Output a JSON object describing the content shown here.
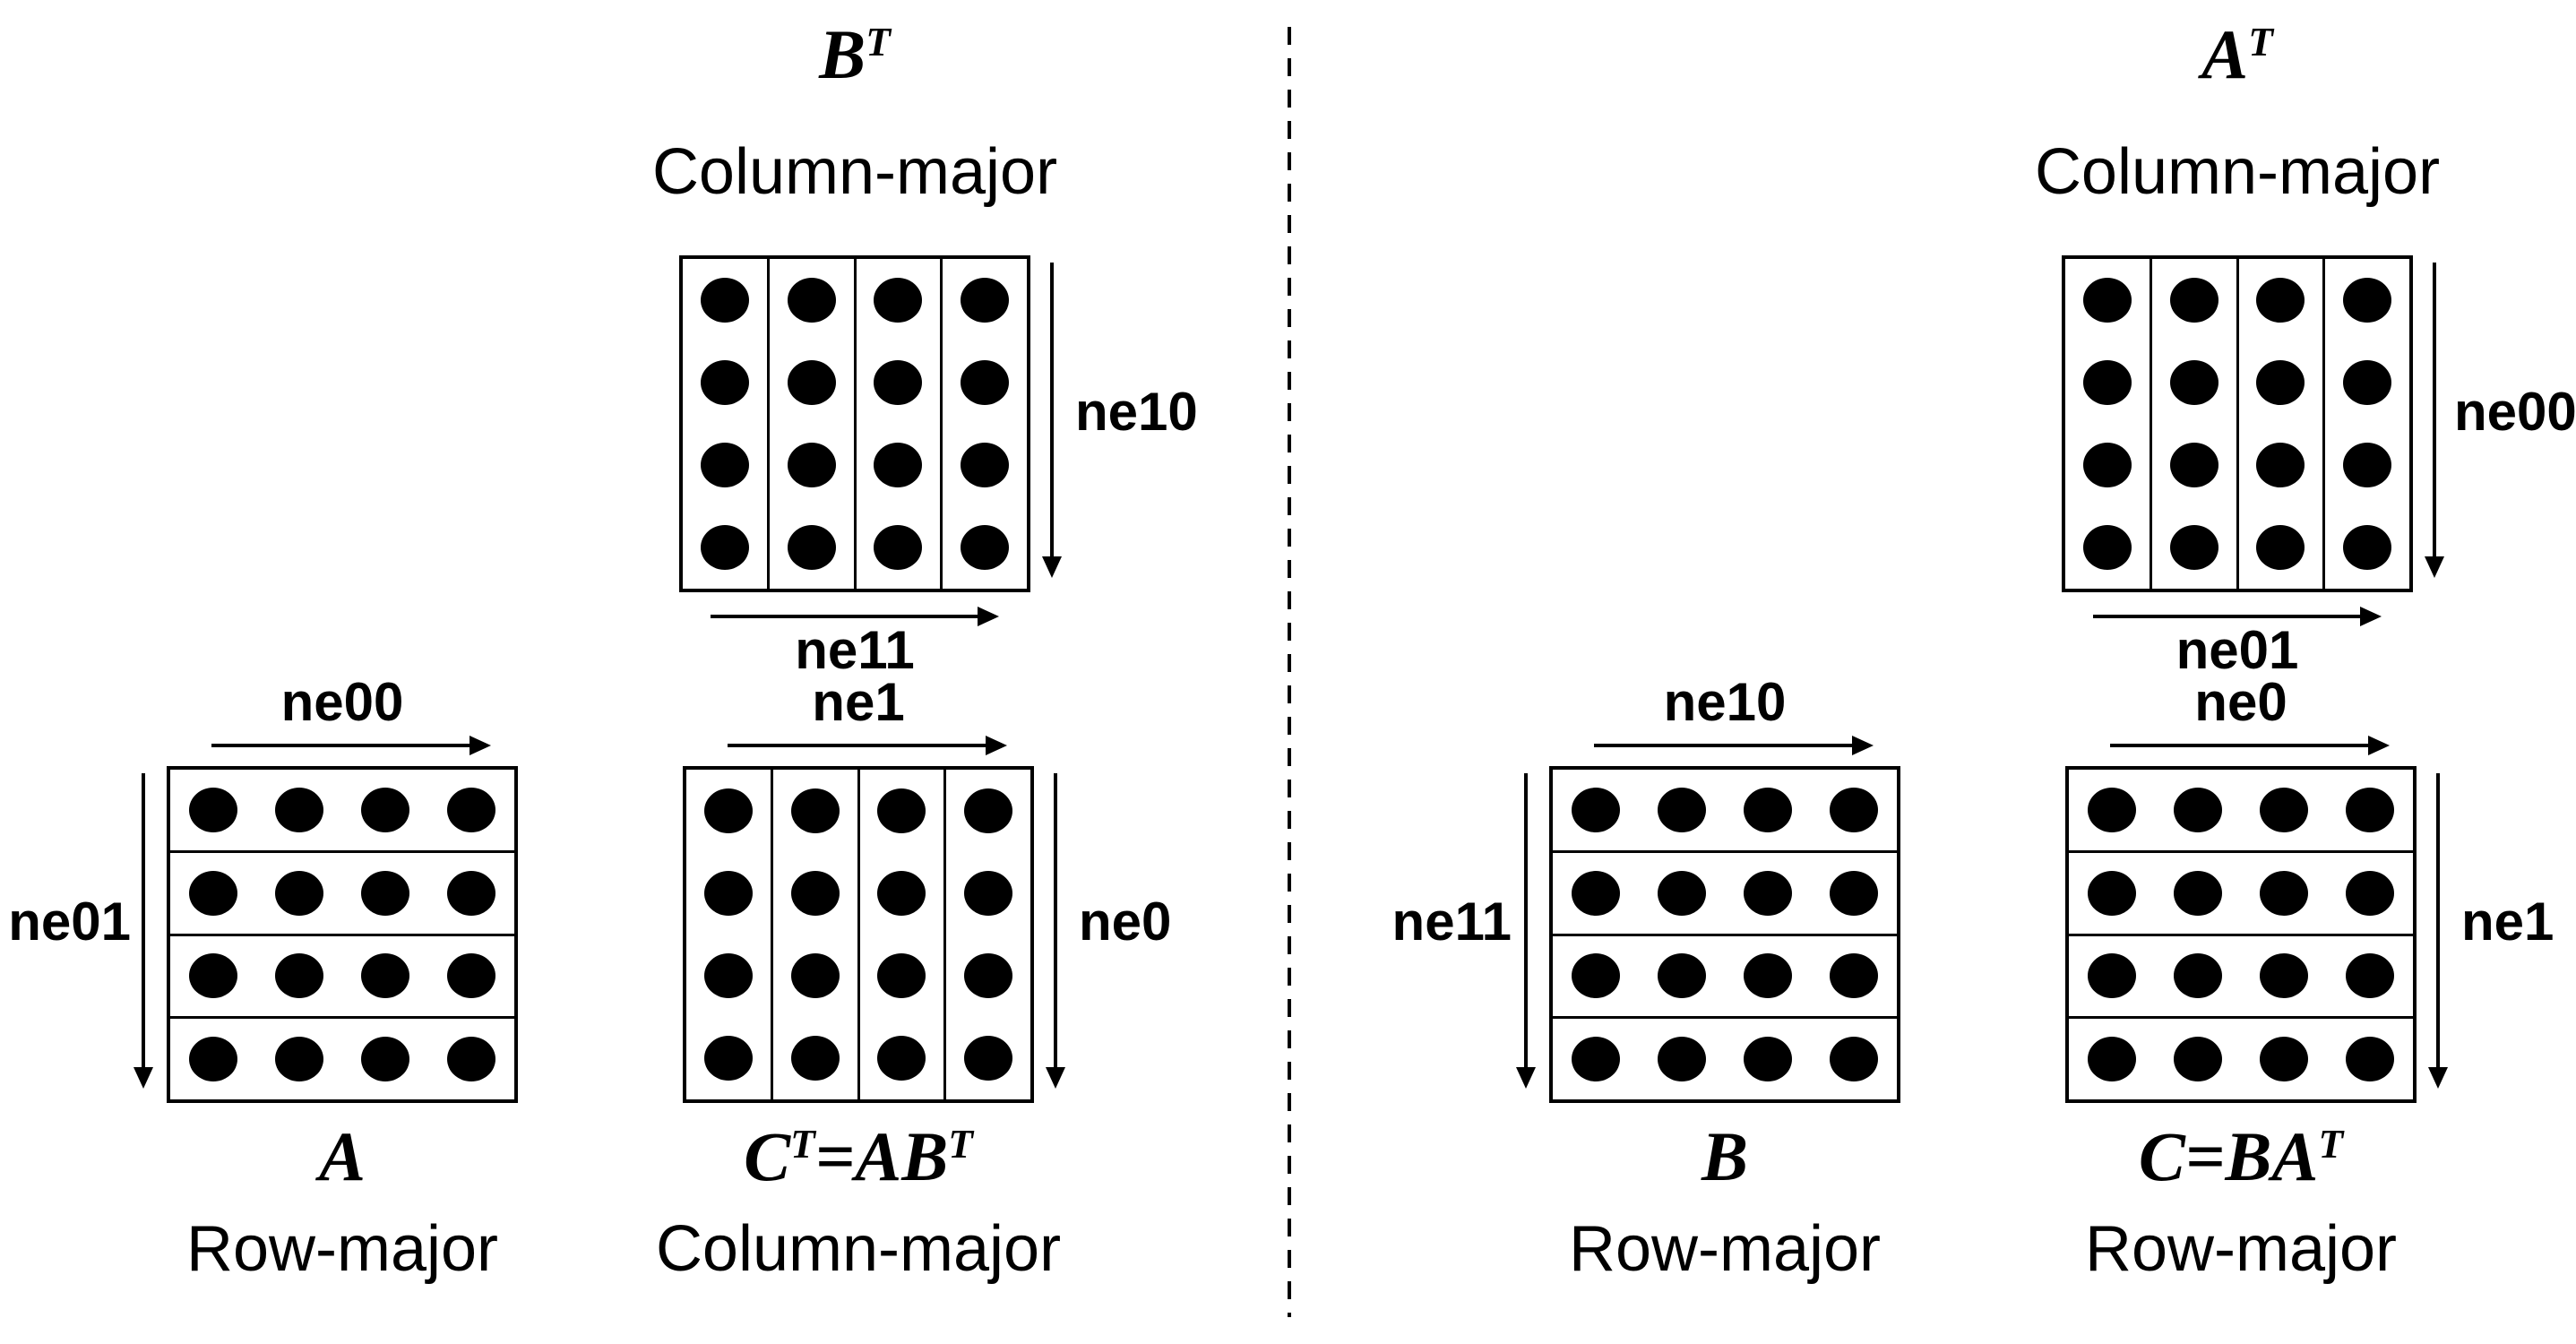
{
  "matrix_grid": {
    "rows": 4,
    "cols": 4
  },
  "left": {
    "transposed": {
      "name_p1": "B",
      "name_s1": "T",
      "name_p2": "",
      "name_s2": "",
      "storage": "Column-major",
      "row_dim": "ne10",
      "col_dim": "ne11"
    },
    "input": {
      "col_dim": "ne00",
      "row_dim": "ne01",
      "name_p1": "A",
      "name_s1": "",
      "name_p2": "",
      "name_s2": "",
      "storage": "Row-major"
    },
    "output": {
      "col_dim": "ne1",
      "row_dim": "ne0",
      "name_p1": "C",
      "name_s1": "T",
      "name_p2": "=AB",
      "name_s2": "T",
      "storage": "Column-major"
    }
  },
  "right": {
    "transposed": {
      "name_p1": "A",
      "name_s1": "T",
      "name_p2": "",
      "name_s2": "",
      "storage": "Column-major",
      "row_dim": "ne00",
      "col_dim": "ne01"
    },
    "input": {
      "col_dim": "ne10",
      "row_dim": "ne11",
      "name_p1": "B",
      "name_s1": "",
      "name_p2": "",
      "name_s2": "",
      "storage": "Row-major"
    },
    "output": {
      "col_dim": "ne0",
      "row_dim": "ne1",
      "name_p1": "C=BA",
      "name_s1": "T",
      "name_p2": "",
      "name_s2": "",
      "storage": "Row-major"
    }
  }
}
